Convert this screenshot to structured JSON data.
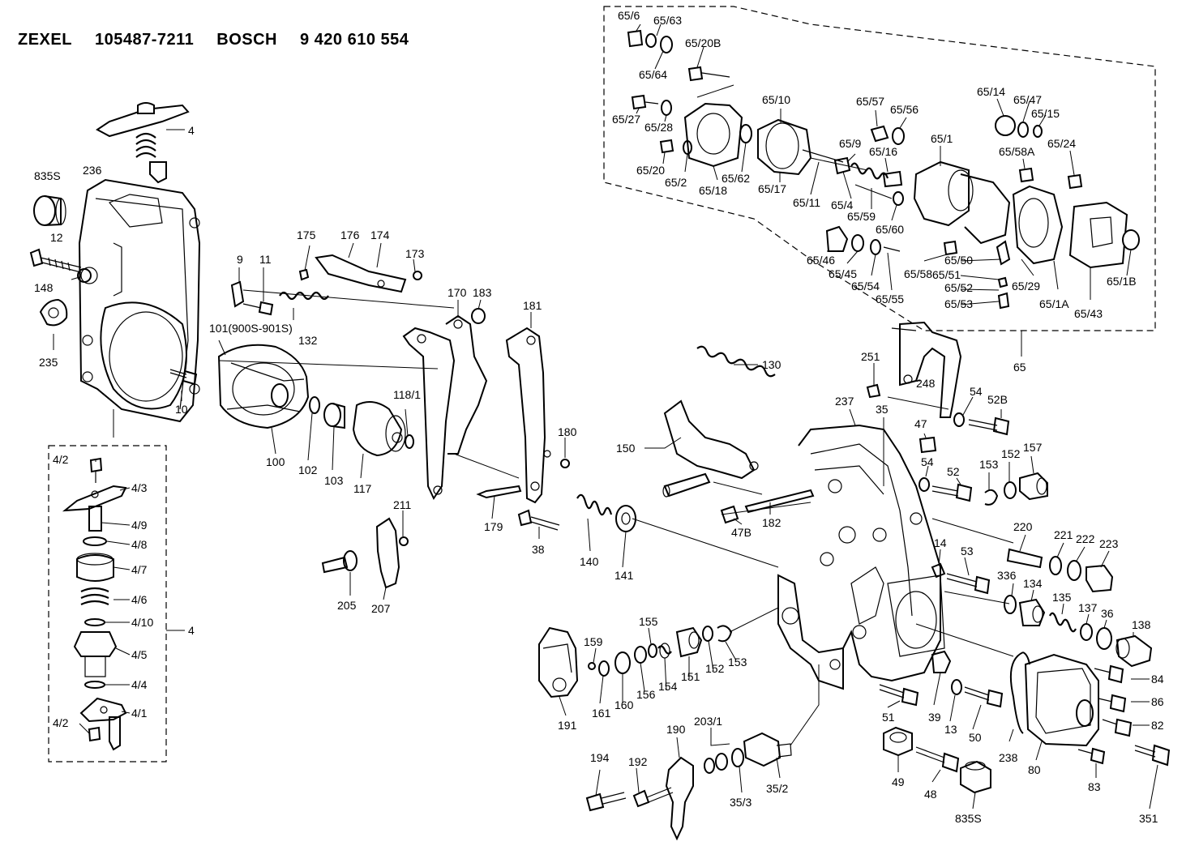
{
  "header": {
    "maker1": "ZEXEL",
    "number1": "105487-7211",
    "maker2": "BOSCH",
    "number2": "9 420 610 554"
  },
  "labels": {
    "p65_6": "65/6",
    "p65_63": "65/63",
    "p65_64": "65/64",
    "p65_20B": "65/20B",
    "p65_27": "65/27",
    "p65_28": "65/28",
    "p65_20": "65/20",
    "p65_2": "65/2",
    "p65_18": "65/18",
    "p65_62": "65/62",
    "p65_10": "65/10",
    "p65_17": "65/17",
    "p65_11": "65/11",
    "p65_57": "65/57",
    "p65_56": "65/56",
    "p65_9": "65/9",
    "p65_16": "65/16",
    "p65_4": "65/4",
    "p65_59": "65/59",
    "p65_60": "65/60",
    "p65_1": "65/1",
    "p65_14": "65/14",
    "p65_47": "65/47",
    "p65_15": "65/15",
    "p65_58A": "65/58A",
    "p65_24": "65/24",
    "p65_46": "65/46",
    "p65_45": "65/45",
    "p65_54": "65/54",
    "p65_55": "65/55",
    "p65_58": "65/58",
    "p65_50": "65/50",
    "p65_51": "65/51",
    "p65_52": "65/52",
    "p65_53": "65/53",
    "p65_29": "65/29",
    "p65_1A": "65/1A",
    "p65_43": "65/43",
    "p65_1B": "65/1B",
    "p65": "65",
    "p4_top": "4",
    "p835S_top": "835S",
    "p236": "236",
    "p12": "12",
    "p148": "148",
    "p235": "235",
    "p10": "10",
    "p9": "9",
    "p11": "11",
    "p175": "175",
    "p176": "176",
    "p174": "174",
    "p173": "173",
    "p132": "132",
    "p101": "101(900S-901S)",
    "p100": "100",
    "p102": "102",
    "p103": "103",
    "p117": "117",
    "p118_1": "118/1",
    "p170": "170",
    "p183": "183",
    "p181": "181",
    "p180": "180",
    "p179": "179",
    "p38": "38",
    "p211": "211",
    "p205": "205",
    "p207": "207",
    "p140": "140",
    "p141": "141",
    "p130": "130",
    "p150": "150",
    "p182": "182",
    "p47B": "47B",
    "p251": "251",
    "p248": "248",
    "p237": "237",
    "p35": "35",
    "p47": "47",
    "p54a": "54",
    "p52B": "52B",
    "p54b": "54",
    "p52": "52",
    "p153a": "153",
    "p152a": "152",
    "p157": "157",
    "p220": "220",
    "p221": "221",
    "p222": "222",
    "p223": "223",
    "p14": "14",
    "p53": "53",
    "p336": "336",
    "p134": "134",
    "p135": "135",
    "p137": "137",
    "p36": "36",
    "p138": "138",
    "p84": "84",
    "p86": "86",
    "p82": "82",
    "p83": "83",
    "p351": "351",
    "p80": "80",
    "p238": "238",
    "p50": "50",
    "p13": "13",
    "p39": "39",
    "p51": "51",
    "p49": "49",
    "p48": "48",
    "p835S_bot": "835S",
    "p35_2": "35/2",
    "p35_3": "35/3",
    "p203_1": "203/1",
    "p190": "190",
    "p192": "192",
    "p194": "194",
    "p191": "191",
    "p159": "159",
    "p155": "155",
    "p161": "161",
    "p160": "160",
    "p156": "156",
    "p154": "154",
    "p151": "151",
    "p152b": "152",
    "p153b": "153",
    "p4_2a": "4/2",
    "p4_3": "4/3",
    "p4_9": "4/9",
    "p4_8": "4/8",
    "p4_7": "4/7",
    "p4_6": "4/6",
    "p4_10": "4/10",
    "p4_side": "4",
    "p4_5": "4/5",
    "p4_4": "4/4",
    "p4_1": "4/1",
    "p4_2b": "4/2"
  }
}
